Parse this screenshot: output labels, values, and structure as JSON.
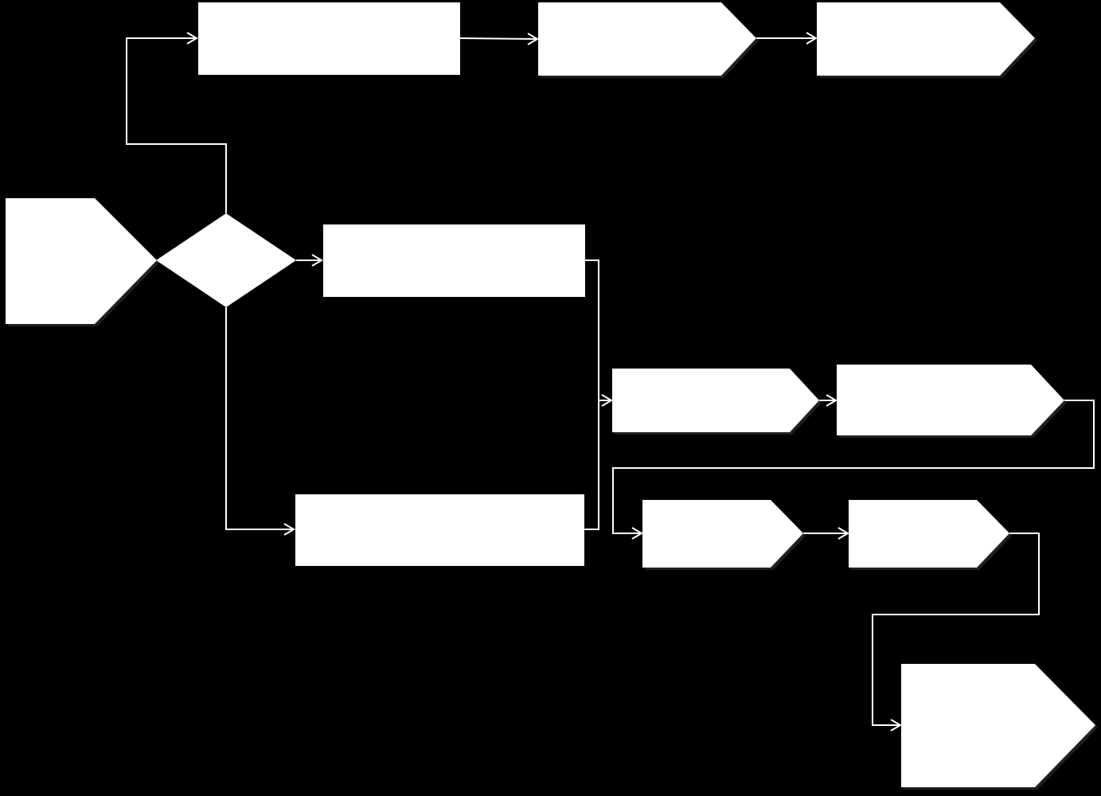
{
  "diagram": {
    "type": "flowchart",
    "background_color": "#000000",
    "shape_color": "#ffffff",
    "line_color": "#ffffff",
    "nodes": [
      {
        "id": "start-pentagon",
        "kind": "pentagon-right",
        "label": ""
      },
      {
        "id": "decision-diamond",
        "kind": "diamond",
        "label": ""
      },
      {
        "id": "top-rect",
        "kind": "rectangle",
        "label": ""
      },
      {
        "id": "top-pentagon-1",
        "kind": "pentagon-right",
        "label": ""
      },
      {
        "id": "top-pentagon-2",
        "kind": "pentagon-right",
        "label": ""
      },
      {
        "id": "middle-rect",
        "kind": "rectangle",
        "label": ""
      },
      {
        "id": "bottom-rect",
        "kind": "rectangle",
        "label": ""
      },
      {
        "id": "mid-pentagon-1",
        "kind": "pentagon-right",
        "label": ""
      },
      {
        "id": "mid-pentagon-2",
        "kind": "pentagon-right",
        "label": ""
      },
      {
        "id": "low-pentagon-1",
        "kind": "pentagon-right",
        "label": ""
      },
      {
        "id": "low-pentagon-2",
        "kind": "pentagon-right",
        "label": ""
      },
      {
        "id": "end-pentagon",
        "kind": "pentagon-right",
        "label": ""
      }
    ],
    "edges": [
      {
        "from": "decision-diamond",
        "to": "top-rect"
      },
      {
        "from": "top-rect",
        "to": "top-pentagon-1"
      },
      {
        "from": "top-pentagon-1",
        "to": "top-pentagon-2"
      },
      {
        "from": "decision-diamond",
        "to": "middle-rect"
      },
      {
        "from": "decision-diamond",
        "to": "bottom-rect"
      },
      {
        "from": "middle-rect",
        "to": "mid-pentagon-1"
      },
      {
        "from": "bottom-rect",
        "to": "mid-pentagon-1"
      },
      {
        "from": "mid-pentagon-1",
        "to": "mid-pentagon-2"
      },
      {
        "from": "mid-pentagon-2",
        "to": "low-pentagon-1"
      },
      {
        "from": "low-pentagon-1",
        "to": "low-pentagon-2"
      },
      {
        "from": "low-pentagon-2",
        "to": "end-pentagon"
      }
    ]
  }
}
